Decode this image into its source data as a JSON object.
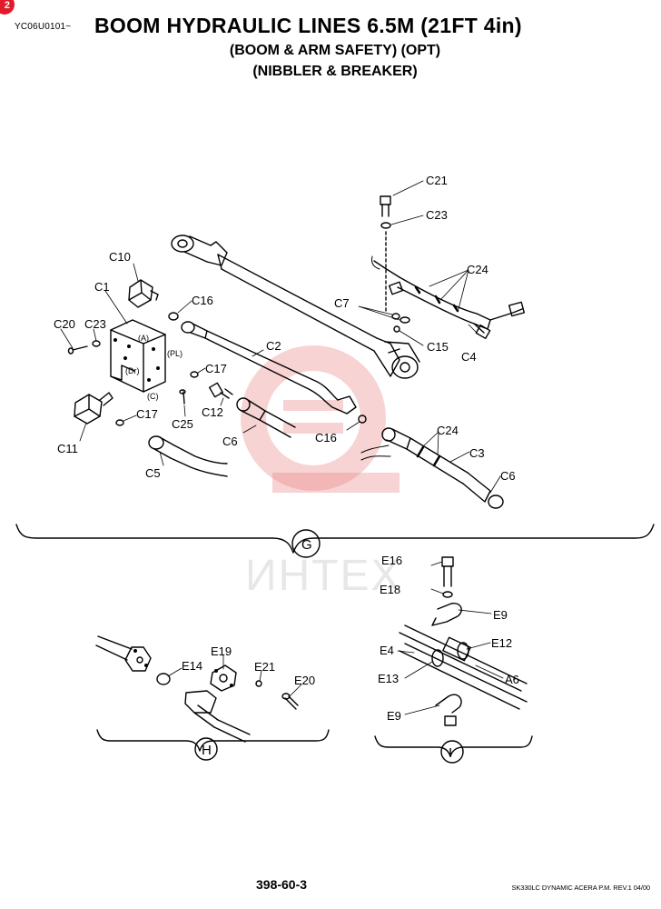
{
  "header": {
    "corner_badge": "2",
    "serial": "YC06U0101~",
    "title": "BOOM HYDRAULIC LINES 6.5M (21FT 4in)",
    "subtitle_1": "(BOOM & ARM SAFETY) (OPT)",
    "subtitle_2": "(NIBBLER & BREAKER)"
  },
  "watermark": {
    "text": "ИНТЕХ",
    "color": "#e8b4b4"
  },
  "groups": {
    "g": "G",
    "h": "H",
    "i": "I"
  },
  "parts": {
    "c21": "C21",
    "c23_top": "C23",
    "c24_top": "C24",
    "c7": "C7",
    "c15": "C15",
    "c4": "C4",
    "c10": "C10",
    "c1": "C1",
    "c16_top": "C16",
    "c20": "C20",
    "c23_left": "C23",
    "c2": "C2",
    "c17_a": "C17",
    "c12": "C12",
    "c25": "C25",
    "c17_b": "C17",
    "c6_mid": "C6",
    "c16_mid": "C16",
    "c11": "C11",
    "c5": "C5",
    "c24_bot": "C24",
    "c3": "C3",
    "c6_right": "C6",
    "port_a": "(A)",
    "port_pl": "(PL)",
    "port_dr": "(Dr)",
    "port_c": "(C)",
    "e14": "E14",
    "e19": "E19",
    "e21": "E21",
    "e20": "E20",
    "e16": "E16",
    "e18": "E18",
    "e9_top": "E9",
    "e4": "E4",
    "e12": "E12",
    "e13": "E13",
    "a6": "A6",
    "e9_bot": "E9"
  },
  "footer": {
    "page_number": "398-60-3",
    "note": "SK330LC DYNAMIC ACERA P.M. REV.1 04/00"
  }
}
